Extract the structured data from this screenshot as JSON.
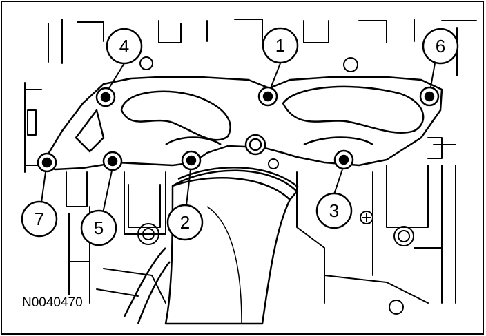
{
  "figure_id": "N0040470",
  "callouts": [
    {
      "label": "1"
    },
    {
      "label": "2"
    },
    {
      "label": "3"
    },
    {
      "label": "4"
    },
    {
      "label": "5"
    },
    {
      "label": "6"
    },
    {
      "label": "7"
    }
  ]
}
